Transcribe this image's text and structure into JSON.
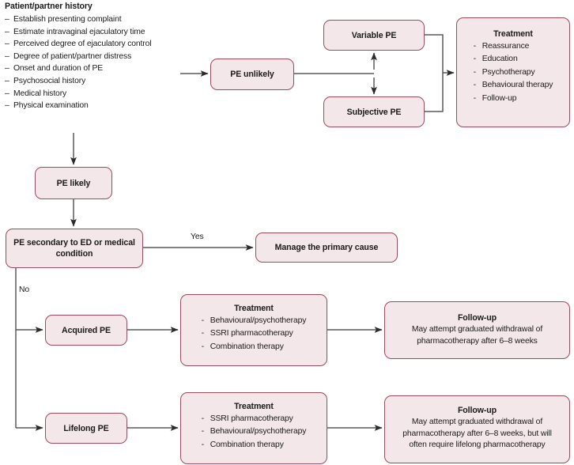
{
  "history": {
    "title": "Patient/partner history",
    "items": [
      "Establish presenting complaint",
      "Estimate intravaginal ejaculatory time",
      "Perceived degree of ejaculatory control",
      "Degree of patient/partner distress",
      "Onset and duration of PE",
      "Psychosocial history",
      "Medical history",
      "Physical examination"
    ]
  },
  "nodes": {
    "pe_unlikely": {
      "label": "PE unlikely"
    },
    "variable_pe": {
      "label": "Variable PE"
    },
    "subjective_pe": {
      "label": "Subjective PE"
    },
    "treatment_top": {
      "heading": "Treatment",
      "items": [
        "Reassurance",
        "Education",
        "Psychotherapy",
        "Behavioural therapy",
        "Follow-up"
      ]
    },
    "pe_likely": {
      "label": "PE likely"
    },
    "pe_secondary": {
      "label": "PE secondary to ED or medical condition"
    },
    "manage_primary": {
      "label": "Manage the primary cause"
    },
    "acquired_pe": {
      "label": "Acquired PE"
    },
    "treatment_acquired": {
      "heading": "Treatment",
      "items": [
        "Behavioural/psychotherapy",
        "SSRI pharmacotherapy",
        "Combination therapy"
      ]
    },
    "followup_acquired": {
      "heading": "Follow-up",
      "line1": "May attempt graduated withdrawal of",
      "line2": "pharmacotherapy after 6–8 weeks"
    },
    "lifelong_pe": {
      "label": "Lifelong PE"
    },
    "treatment_lifelong": {
      "heading": "Treatment",
      "items": [
        "SSRI pharmacotherapy",
        "Behavioural/psychotherapy",
        "Combination therapy"
      ]
    },
    "followup_lifelong": {
      "heading": "Follow-up",
      "line1": "May attempt graduated withdrawal of",
      "line2": "pharmacotherapy after 6–8 weeks, but will",
      "line3": "often require lifelong pharmacotherapy"
    }
  },
  "edges": {
    "yes": "Yes",
    "no": "No"
  },
  "colors": {
    "box_fill": "#f3e7ea",
    "box_border": "#9d4a5e",
    "connector": "#5a5a5a",
    "text": "#1a1a1a",
    "background": "#ffffff"
  },
  "bullet": {
    "history_dash": "–",
    "item_dash": "-"
  }
}
